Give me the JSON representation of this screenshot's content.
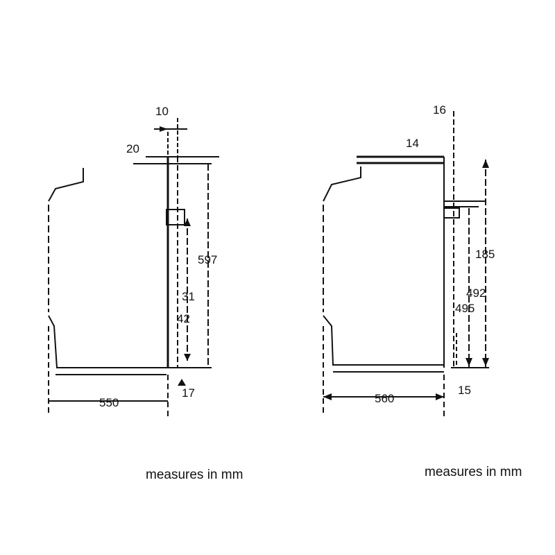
{
  "left_view": {
    "dimensions": {
      "top_gap": "10",
      "top_offset": "20",
      "height": "597",
      "inner": "31",
      "lower": "42",
      "width": "550",
      "bottom": "17"
    },
    "caption": "measures in mm"
  },
  "right_view": {
    "dimensions": {
      "top_gap": "16",
      "top_offset": "14",
      "height": "185",
      "inner": "492",
      "lower": "495",
      "width": "560",
      "bottom": "15"
    },
    "caption": "measures in mm"
  }
}
